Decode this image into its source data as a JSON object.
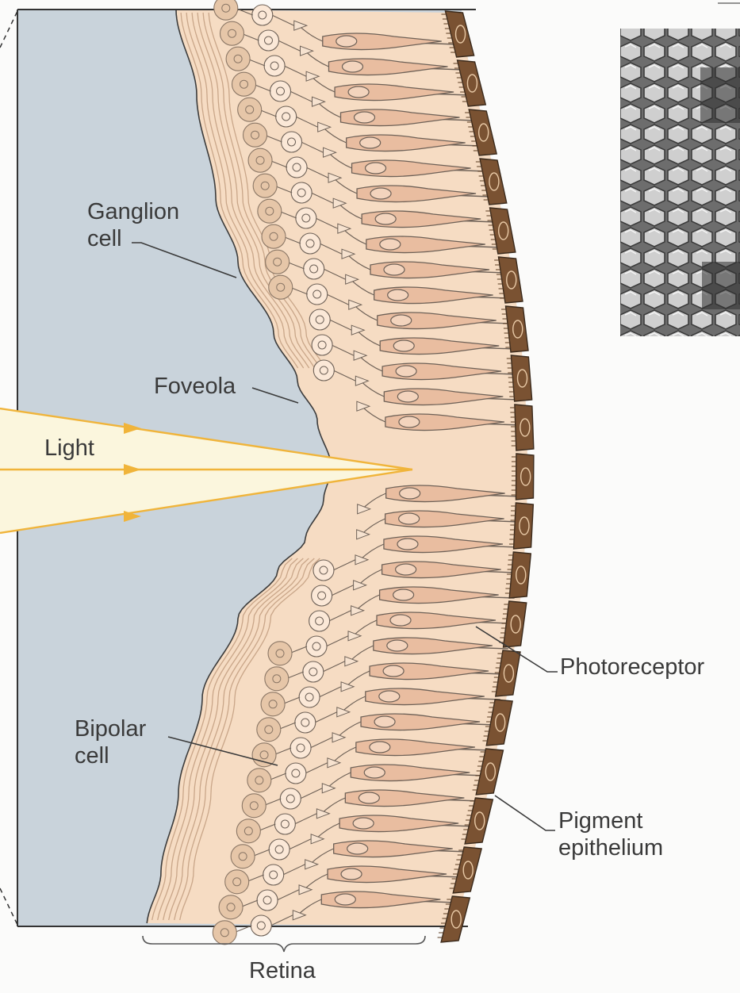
{
  "labels": {
    "ganglion": [
      "Ganglion",
      "cell"
    ],
    "foveola": "Foveola",
    "light": "Light",
    "bipolar": [
      "Bipolar",
      "cell"
    ],
    "photoreceptor": "Photoreceptor",
    "pigment": [
      "Pigment",
      "epithelium"
    ],
    "retina": "Retina"
  },
  "colors": {
    "vitreous": "#c9d3db",
    "retina_tissue": "#f6dcc3",
    "cell_outline": "#6e6157",
    "receptor_fill": "#e9bda0",
    "pigment_fill": "#7a5232",
    "light_beam": "#fbf6dd",
    "light_ray": "#f0b43a",
    "leader_line": "#3a3a3a"
  }
}
